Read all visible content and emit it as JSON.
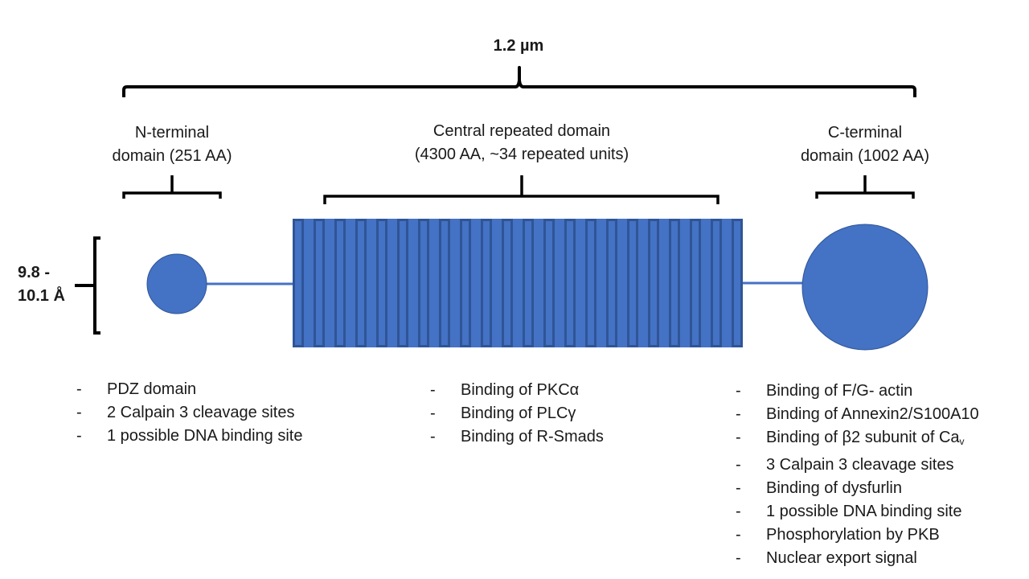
{
  "diagram": {
    "colors": {
      "fill": "#4472C4",
      "stroke": "#2F5597",
      "bracket": "#000000"
    },
    "total_length": {
      "label": "1.2 µm"
    },
    "diameter": {
      "label_line1": "9.8 -",
      "label_line2": "10.1 Å"
    },
    "domains": [
      {
        "id": "n-terminal",
        "title_line1": "N-terminal",
        "title_line2": "domain (251 AA)",
        "shape": "circle",
        "features": [
          "PDZ domain",
          "2 Calpain 3 cleavage sites",
          "1 possible DNA binding site"
        ]
      },
      {
        "id": "central",
        "title_line1": "Central repeated domain",
        "title_line2": "(4300 AA, ~34 repeated units)",
        "shape": "repeated-rod",
        "repeat_count_drawn": 22,
        "features": [
          "Binding of PKCα",
          "Binding of PLCγ",
          "Binding of R-Smads"
        ]
      },
      {
        "id": "c-terminal",
        "title_line1": "C-terminal",
        "title_line2": "domain (1002 AA)",
        "shape": "circle",
        "features": [
          "Binding of F/G- actin",
          "Binding of Annexin2/S100A10",
          "Binding of β2 subunit of Ca",
          "3 Calpain 3 cleavage sites",
          "Binding of dysfurlin",
          "1 possible DNA binding site",
          "Phosphorylation by PKB",
          "Nuclear export signal"
        ],
        "subscript_feature_index": 2,
        "subscript_text": "v"
      }
    ],
    "bullet": "-"
  }
}
